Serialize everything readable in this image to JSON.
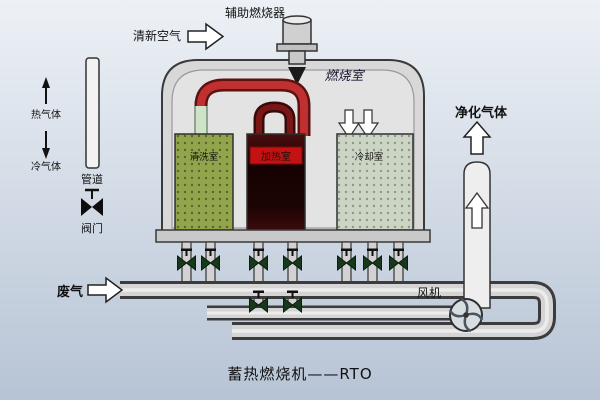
{
  "title": "蓄热燃烧机——RTO",
  "top": {
    "aux_burner": "辅助燃烧器",
    "fresh_air": "清新空气"
  },
  "furnace": {
    "combustion_chamber": "燃烧室",
    "chamber_left": "清洗室",
    "chamber_middle": "加热室",
    "chamber_right": "冷却室"
  },
  "legend": {
    "hot_gas": "热气体",
    "cold_gas": "冷气体",
    "pipe": "管道",
    "valve": "阀门"
  },
  "flow": {
    "waste_gas": "废气",
    "purified_gas": "净化气体",
    "fan": "风机"
  },
  "colors": {
    "background_top": "#edf1f6",
    "background_bottom": "#b7c4d5",
    "shell": "#d8d8d8",
    "hot_pipe": "#c03030",
    "chamber_left_fill": "#93a54c",
    "chamber_middle_fill": "#1c0404",
    "heat_label_bg": "#c41212",
    "chamber_right_fill": "#ccd4c4",
    "valve_fill": "#16381b"
  }
}
